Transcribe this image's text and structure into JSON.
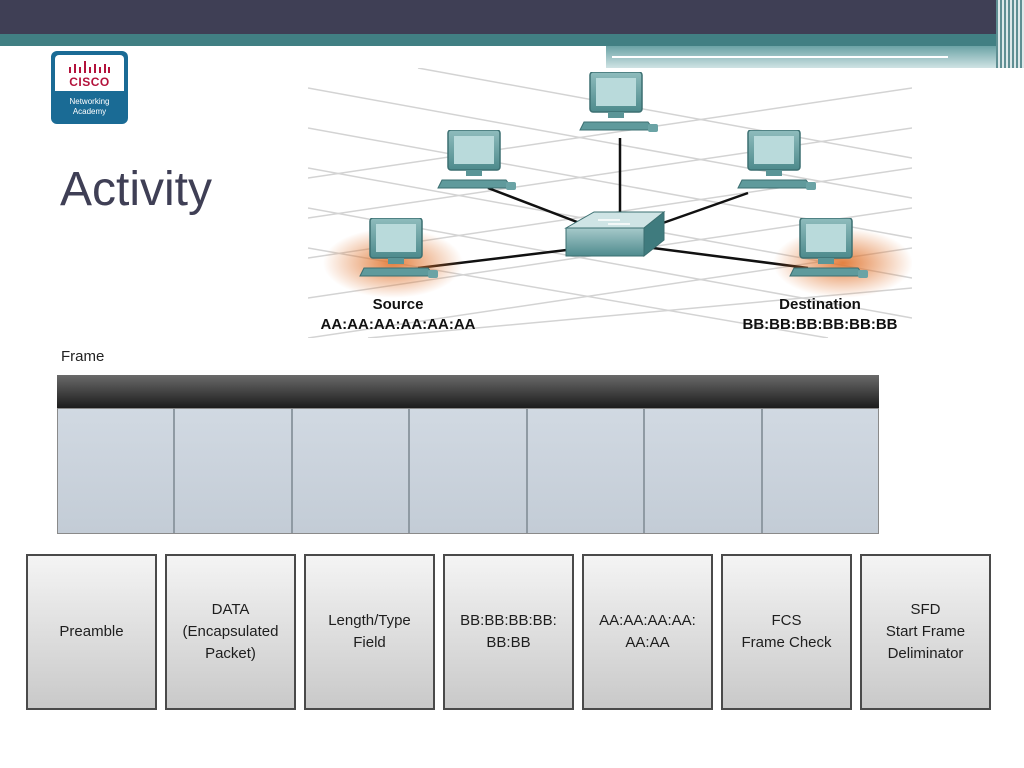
{
  "slide": {
    "title": "Activity"
  },
  "logo": {
    "word": "CISCO",
    "line1": "Networking",
    "line2": "Academy"
  },
  "diagram": {
    "source_label": "Source",
    "source_mac": "AA:AA:AA:AA:AA:AA",
    "destination_label": "Destination",
    "destination_mac": "BB:BB:BB:BB:BB:BB"
  },
  "frame": {
    "label": "Frame",
    "slot_count": 7
  },
  "fields": [
    "Preamble",
    "DATA\n(Encapsulated\nPacket)",
    "Length/Type\nField",
    "BB:BB:BB:BB:\nBB:BB",
    "AA:AA:AA:AA:\nAA:AA",
    "FCS\nFrame Check",
    "SFD\nStart Frame\nDeliminator"
  ],
  "colors": {
    "header_bar": "#3f3f55",
    "accent_teal": "#417f83",
    "highlight_orange": "#e0732c",
    "frame_slot": "#c8d1db"
  }
}
